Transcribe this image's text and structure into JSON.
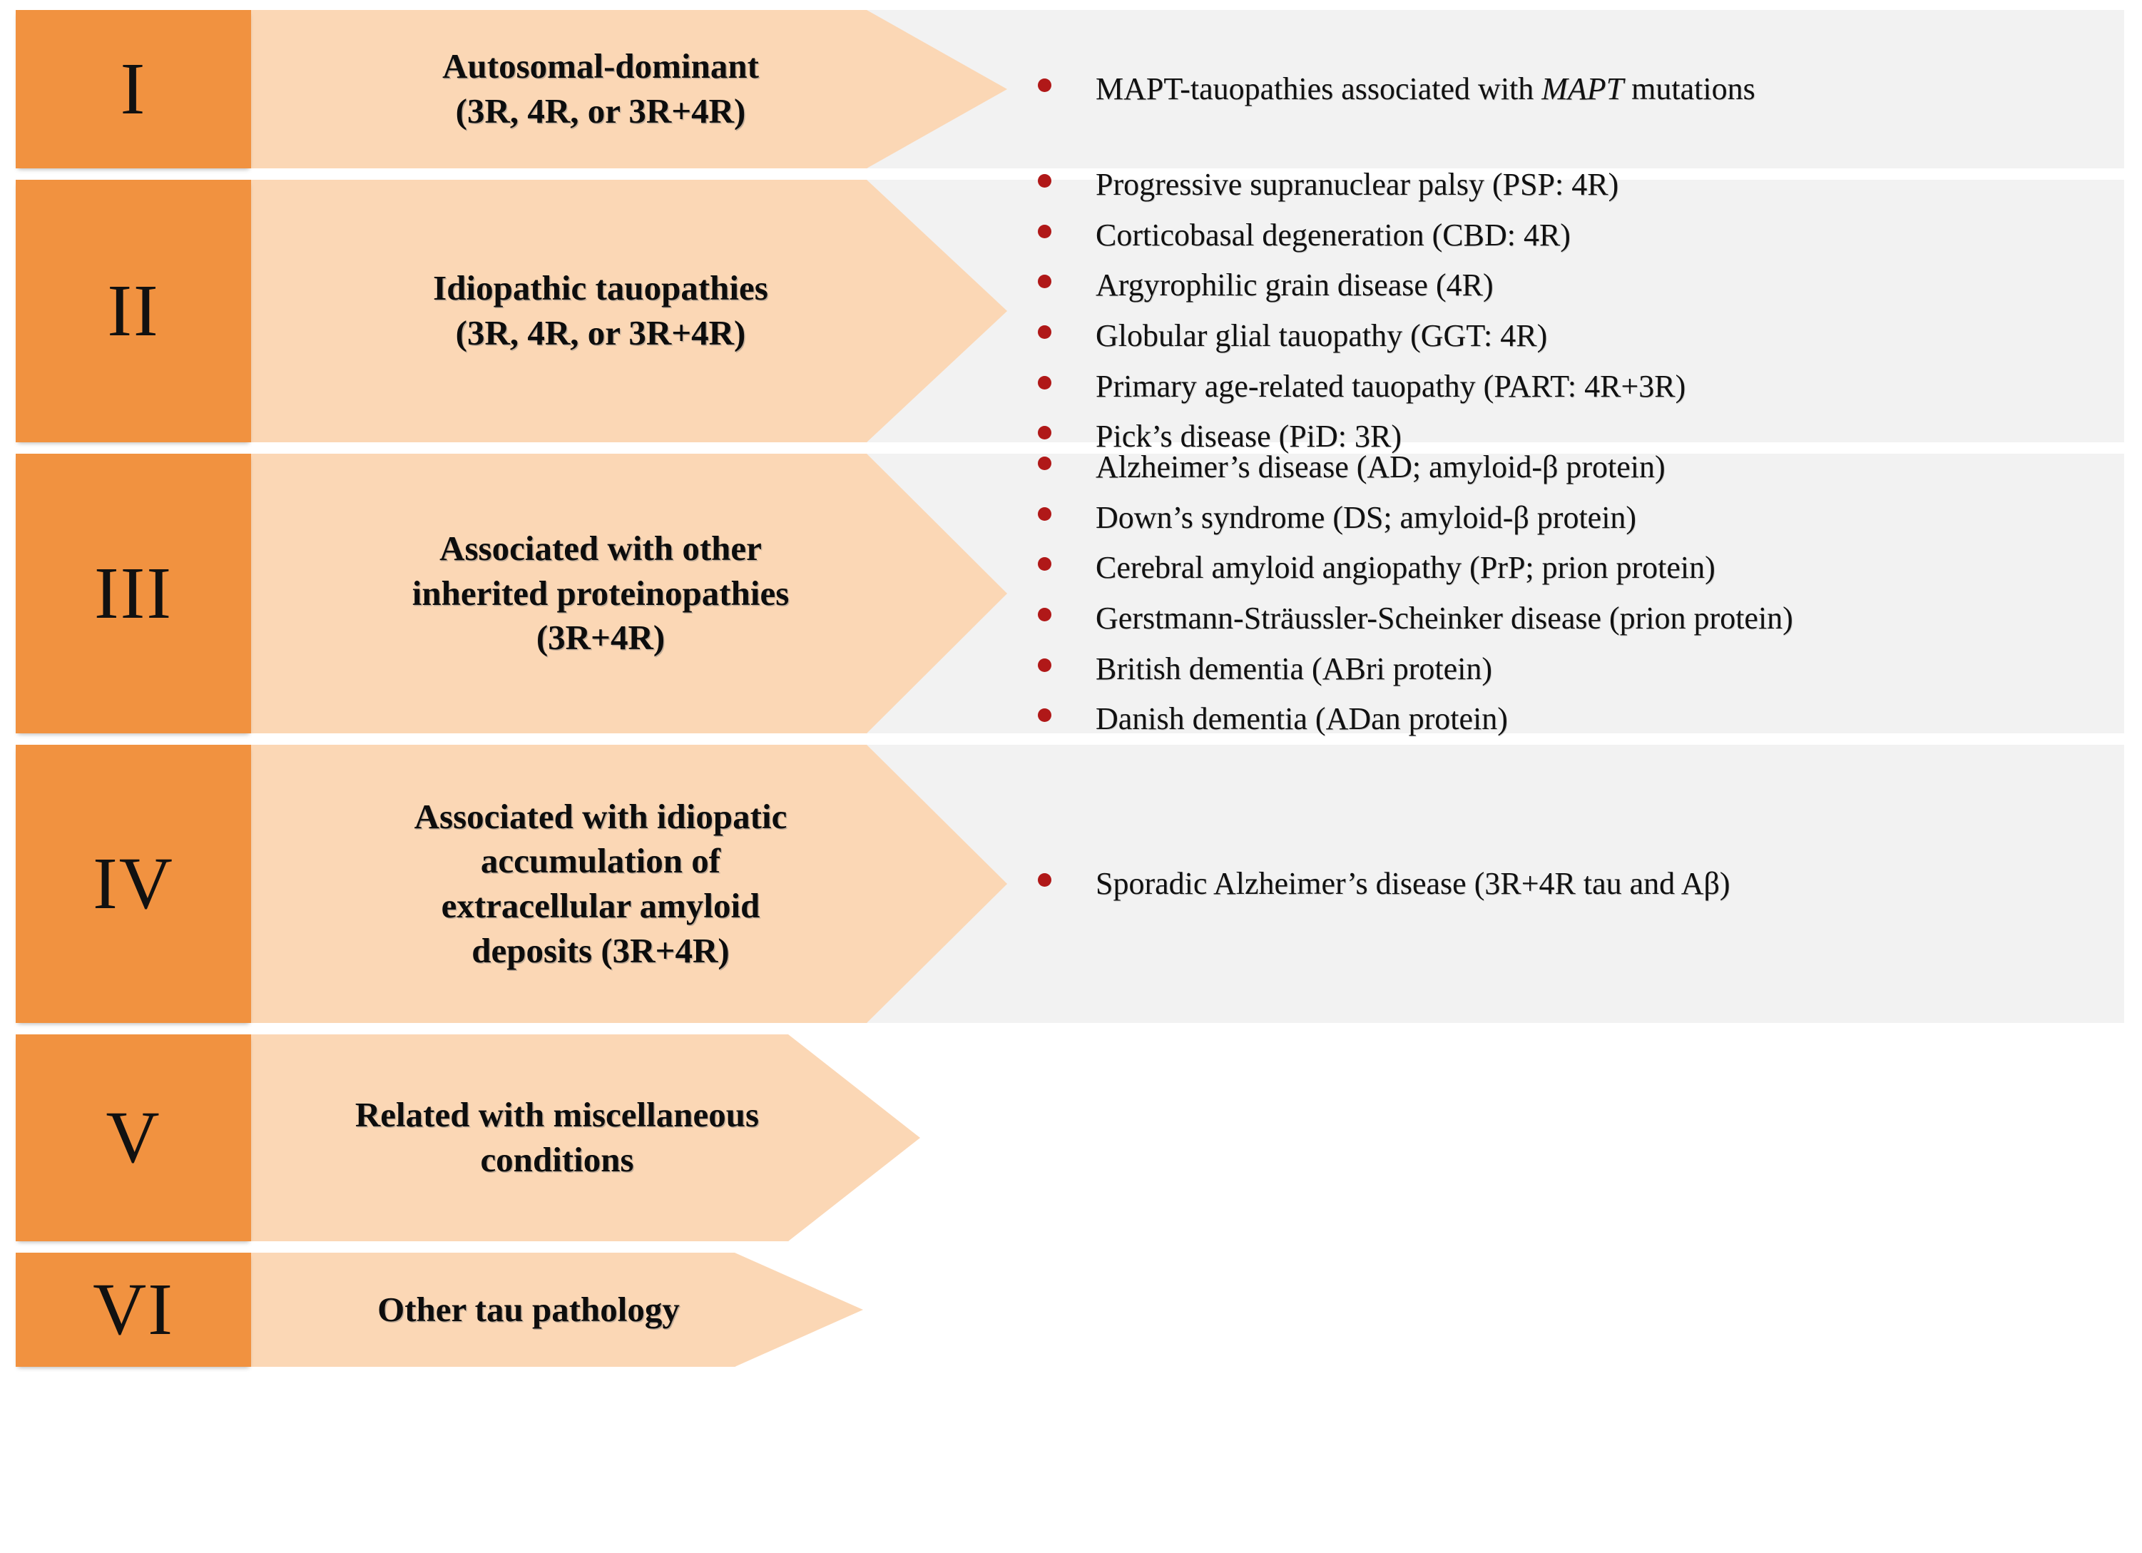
{
  "diagram": {
    "title": "Classification of tauopathies",
    "colors": {
      "numeral_block": "#F19240",
      "arrow_band": "#FBD7B5",
      "panel_background": "#F2F2F2",
      "bullet_marker": "#B01818",
      "text": "#111111",
      "page_background": "#FFFFFF"
    },
    "bullet_icon": "filled-circle-bullet"
  },
  "rows": [
    {
      "numeral": "I",
      "arrow_lines": [
        "Autosomal-dominant",
        "(3R, 4R, or 3R+4R)"
      ],
      "items": [
        {
          "pre": "MAPT-tauopathies associated with ",
          "em": "MAPT",
          "post": " mutations"
        }
      ]
    },
    {
      "numeral": "II",
      "arrow_lines": [
        "Idiopathic tauopathies",
        "(3R, 4R, or 3R+4R)"
      ],
      "items": [
        {
          "pre": "Progressive supranuclear palsy (PSP: 4R)",
          "em": "",
          "post": ""
        },
        {
          "pre": "Corticobasal degeneration (CBD: 4R)",
          "em": "",
          "post": ""
        },
        {
          "pre": "Argyrophilic grain disease (4R)",
          "em": "",
          "post": ""
        },
        {
          "pre": "Globular glial tauopathy (GGT: 4R)",
          "em": "",
          "post": ""
        },
        {
          "pre": "Primary age-related tauopathy (PART: 4R+3R)",
          "em": "",
          "post": ""
        },
        {
          "pre": "Pick’s disease (PiD: 3R)",
          "em": "",
          "post": ""
        }
      ]
    },
    {
      "numeral": "III",
      "arrow_lines": [
        "Associated with other",
        "inherited proteinopathies",
        "(3R+4R)"
      ],
      "items": [
        {
          "pre": "Alzheimer’s disease (AD; amyloid-β protein)",
          "em": "",
          "post": ""
        },
        {
          "pre": "Down’s syndrome (DS; amyloid-β protein)",
          "em": "",
          "post": ""
        },
        {
          "pre": "Cerebral amyloid angiopathy (PrP; prion protein)",
          "em": "",
          "post": ""
        },
        {
          "pre": "Gerstmann-Sträussler-Scheinker disease (prion protein)",
          "em": "",
          "post": ""
        },
        {
          "pre": "British dementia (ABri protein)",
          "em": "",
          "post": ""
        },
        {
          "pre": "Danish dementia  (ADan protein)",
          "em": "",
          "post": ""
        }
      ]
    },
    {
      "numeral": "IV",
      "arrow_lines": [
        "Associated with idiopatic",
        "accumulation of",
        "extracellular amyloid",
        "deposits (3R+4R)"
      ],
      "items": [
        {
          "pre": "Sporadic Alzheimer’s disease (3R+4R tau and Aβ)",
          "em": "",
          "post": ""
        }
      ]
    },
    {
      "numeral": "V",
      "arrow_lines": [
        "Related with miscellaneous",
        "conditions"
      ],
      "items": []
    },
    {
      "numeral": "VI",
      "arrow_lines": [
        "Other tau pathology"
      ],
      "items": []
    }
  ]
}
